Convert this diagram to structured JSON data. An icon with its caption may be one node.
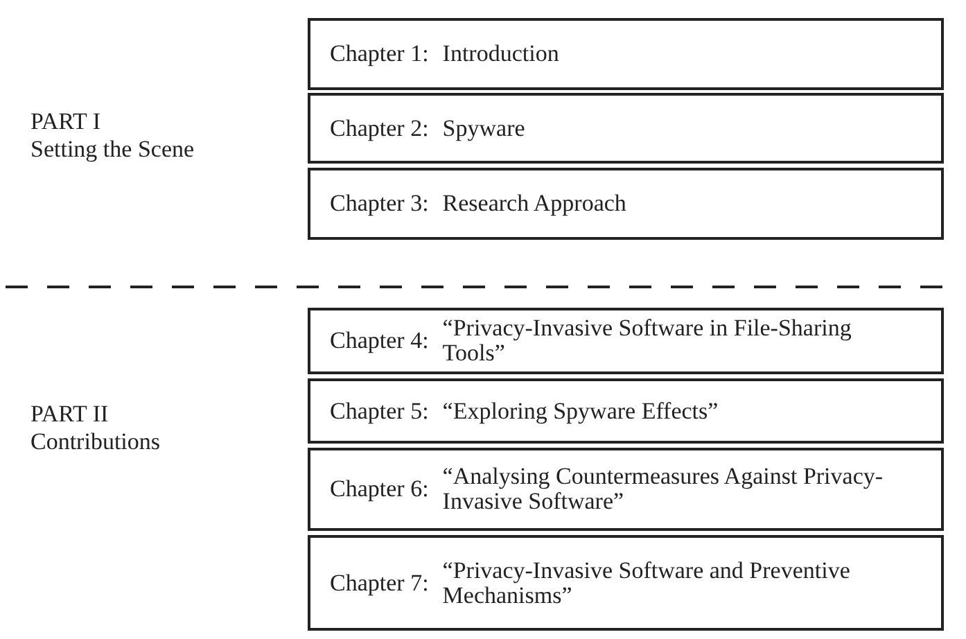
{
  "diagram": {
    "nodes": [
      {
        "text": [
          "Chapter 1:",
          "Introduction"
        ]
      },
      {
        "text": [
          "Chapter 2:",
          "Spyware"
        ]
      },
      {
        "text": [
          "Chapter 3:",
          "Research Approach"
        ]
      },
      {
        "text": [
          "Chapter 4:",
          "“Privacy-Invasive Software in File-Sharing Tools”"
        ]
      },
      {
        "text": [
          "Chapter 5:",
          "“Exploring Spyware Effects”"
        ]
      },
      {
        "text": [
          "Chapter 6:",
          "“Analysing Countermeasures Against Privacy-Invasive Software”"
        ]
      },
      {
        "text": [
          "Chapter 7:",
          "“Privacy-Invasive Software and Preventive Mechanisms”"
        ]
      }
    ],
    "labels": [
      "PART I",
      "Setting the Scene",
      "PART II",
      "Contributions"
    ]
  }
}
